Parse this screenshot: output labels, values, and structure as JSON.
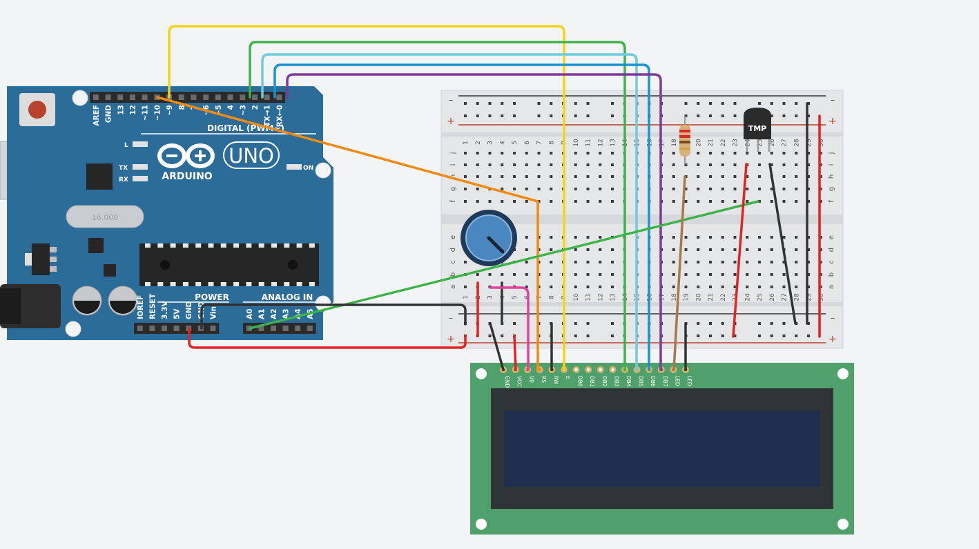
{
  "arduino": {
    "logo_text": "ARDUINO",
    "model": "UNO",
    "digital_header": "DIGITAL (PWM~)",
    "power_header": "POWER",
    "analog_header": "ANALOG IN",
    "led_l": "L",
    "led_tx": "TX",
    "led_rx": "RX",
    "led_on": "ON",
    "crystal_label": "16.000",
    "digital_pins": [
      "AREF",
      "GND",
      "13",
      "12",
      "~11",
      "~10",
      "~9",
      "8",
      "7",
      "~6",
      "~5",
      "4",
      "~3",
      "2",
      "TX→1",
      "RX←0"
    ],
    "power_pins": [
      "IOREF",
      "RESET",
      "3.3V",
      "5V",
      "GND",
      "GND",
      "Vin"
    ],
    "analog_pins": [
      "A0",
      "A1",
      "A2",
      "A3",
      "A4",
      "A5"
    ]
  },
  "breadboard": {
    "column_numbers": [
      "1",
      "2",
      "3",
      "4",
      "5",
      "6",
      "7",
      "8",
      "9",
      "10",
      "11",
      "12",
      "13",
      "14",
      "15",
      "16",
      "17",
      "18",
      "19",
      "20",
      "21",
      "22",
      "23",
      "24",
      "25",
      "26",
      "27",
      "28",
      "29",
      "30"
    ],
    "rows_top": [
      "j",
      "i",
      "h",
      "g",
      "f"
    ],
    "rows_bottom": [
      "e",
      "d",
      "c",
      "b",
      "a"
    ],
    "rail_minus": "–",
    "rail_plus": "+"
  },
  "sensor": {
    "label": "TMP"
  },
  "lcd": {
    "pin_labels": [
      "GND",
      "VCC",
      "V0",
      "RS",
      "RW",
      "E",
      "DB0",
      "DB1",
      "DB2",
      "DB3",
      "DB4",
      "DB5",
      "DB6",
      "DB7",
      "LED",
      "LED"
    ]
  },
  "colors": {
    "board": "#2b6c98",
    "breadboard": "#e4e6e8",
    "lcd_pcb": "#4fa06a",
    "lcd_screen": "#1f2e4e",
    "wire_yellow": "#f4d31a",
    "wire_green": "#3db34a",
    "wire_lightblue": "#72c9dc",
    "wire_blue": "#1a93d2",
    "wire_purple": "#7a3b9a",
    "wire_orange": "#f08a10",
    "wire_red": "#e02424",
    "wire_black": "#333333",
    "wire_pink": "#e0439a",
    "wire_brown": "#a87848"
  }
}
